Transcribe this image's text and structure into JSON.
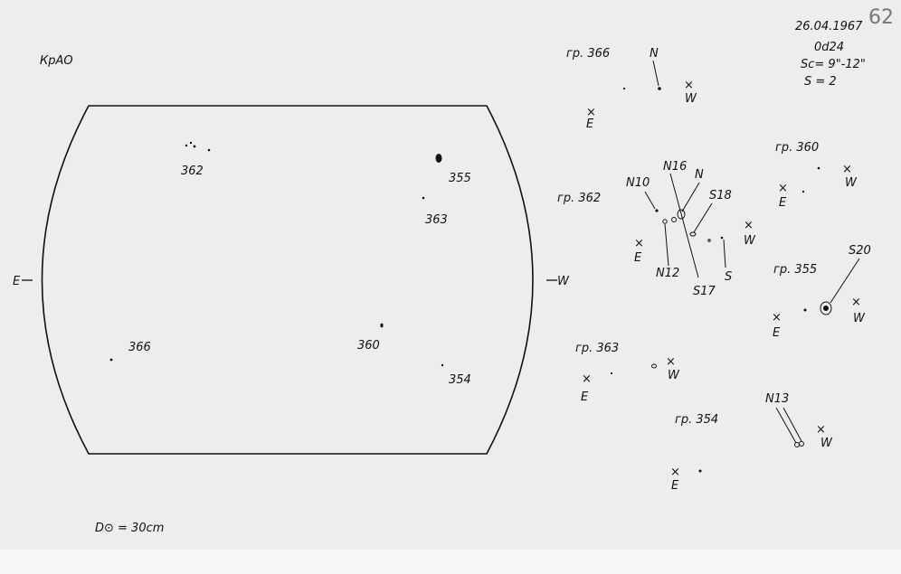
{
  "header": {
    "date": "26.04.1967",
    "time": "0d24",
    "seeing": "Sc= 9\"-12\"",
    "s_value": "S = 2",
    "page_number": "62",
    "observatory": "КрАО"
  },
  "footer": {
    "disk_diameter": "D⊙ = 30cm"
  },
  "disk": {
    "east_label": "E",
    "west_label": "W"
  },
  "disk_groups": [
    {
      "label": "362"
    },
    {
      "label": "355"
    },
    {
      "label": "363"
    },
    {
      "label": "366"
    },
    {
      "label": "360"
    },
    {
      "label": "354"
    }
  ],
  "group_details": [
    {
      "title": "гр. 366",
      "labels": [
        "N",
        "E",
        "W"
      ]
    },
    {
      "title": "гр. 362",
      "labels": [
        "N10",
        "N16",
        "N",
        "S18",
        "N12",
        "S17",
        "S",
        "E",
        "W"
      ]
    },
    {
      "title": "гр. 360",
      "labels": [
        "E",
        "W"
      ]
    },
    {
      "title": "гр. 355",
      "labels": [
        "S20",
        "E",
        "W"
      ]
    },
    {
      "title": "гр. 363",
      "labels": [
        "E",
        "W"
      ]
    },
    {
      "title": "гр. 354",
      "labels": [
        "E"
      ]
    },
    {
      "title": "",
      "labels": [
        "N13",
        "W"
      ]
    }
  ]
}
